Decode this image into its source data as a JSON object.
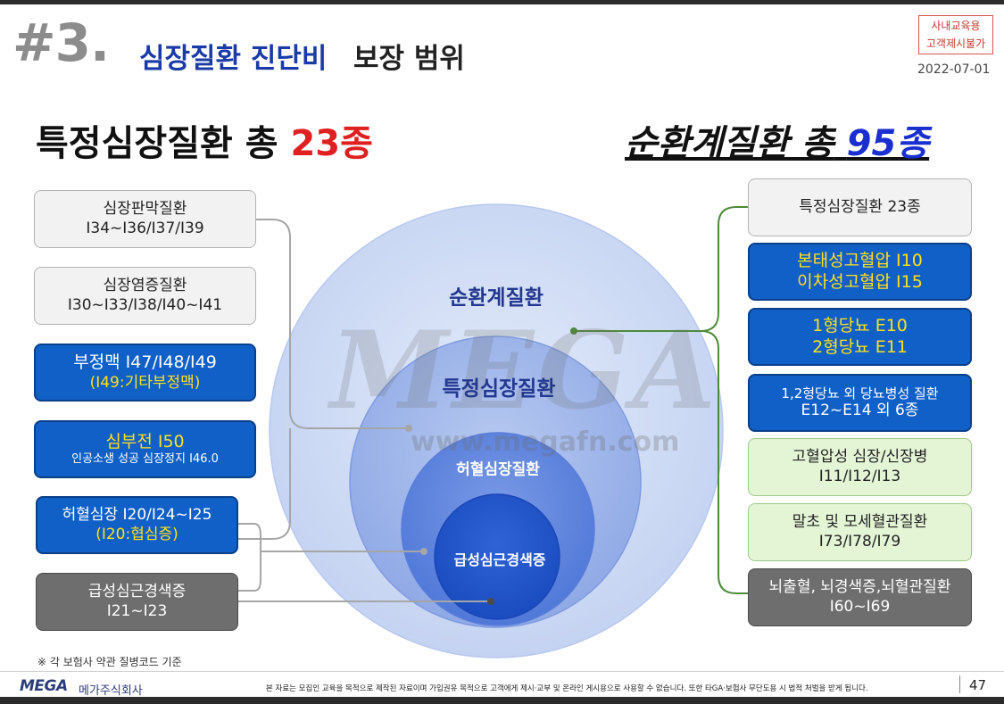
{
  "header": {
    "slide_number": "#3.",
    "title_highlight": "심장질환 진단비",
    "title_rest": "보장 범위",
    "stamp_line1": "사내교육용",
    "stamp_line2": "고객제시불가",
    "date": "2022-07-01"
  },
  "left_headline": {
    "text": "특정심장질환 총",
    "count": "23종"
  },
  "right_headline": {
    "text": "순환계질환 총",
    "count": "95종"
  },
  "left_boxes": [
    {
      "line1": "심장판막질환",
      "line2": "I34~I36/I37/I39"
    },
    {
      "line1": "심장염증질환",
      "line2": "I30~I33/I38/I40~I41"
    },
    {
      "line1": "부정맥 I47/I48/I49",
      "line2": "(I49:기타부정맥)"
    },
    {
      "line1": "심부전 I50",
      "line2": "인공소생 성공 심장정지 I46.0"
    },
    {
      "line1": "허혈심장 I20/I24~I25",
      "line2": "(I20:협심증)"
    },
    {
      "line1": "급성심근경색증",
      "line2": "I21~I23"
    }
  ],
  "right_boxes": [
    {
      "line1": "특정심장질환 23종",
      "line2": ""
    },
    {
      "line1": "본태성고혈압 I10",
      "line2": "이차성고혈압 I15"
    },
    {
      "line1": "1형당뇨 E10",
      "line2": "2형당뇨 E11"
    },
    {
      "line1": "1,2형당뇨 외 당뇨병성 질환",
      "line2": "E12~E14 외 6종"
    },
    {
      "line1": "고혈압성 심장/신장병",
      "line2": "I11/I12/I13"
    },
    {
      "line1": "말초 및 모세혈관질환",
      "line2": "I73/I78/I79"
    },
    {
      "line1": "뇌출혈, 뇌경색증,뇌혈관질환",
      "line2": "I60~I69"
    }
  ],
  "circles": {
    "outer": "순환계질환",
    "second": "특정심장질환",
    "third": "허혈심장질환",
    "inner": "급성심근경색증"
  },
  "watermark": {
    "logo": "MEGA",
    "url": "www.megafn.com"
  },
  "footnote": "※ 각 보험사 약관 질병코드 기준",
  "footer": {
    "logo": "MEGA",
    "company": "메가주식회사",
    "disclaimer": "본 자료는  모집인 교육을 목적으로 제작된 자료이며 가입권유 목적으로 고객에게 제시·교부 및 온라인 게시용으로 사용할 수 없습니다. 또한 타GA·보험사 무단도용 시 법적 처벌을 받게 됩니다.",
    "page": "47"
  },
  "colors": {
    "title_blue": "#1a3aa8",
    "count_red": "#e02020",
    "count_blue": "#1a2fd0",
    "box_blue": "#1060c8",
    "box_green": "#e4f5d6",
    "box_gray": "#6e6e6e",
    "connector_gray": "#a6a6a6",
    "connector_green": "#4e8a3a"
  }
}
